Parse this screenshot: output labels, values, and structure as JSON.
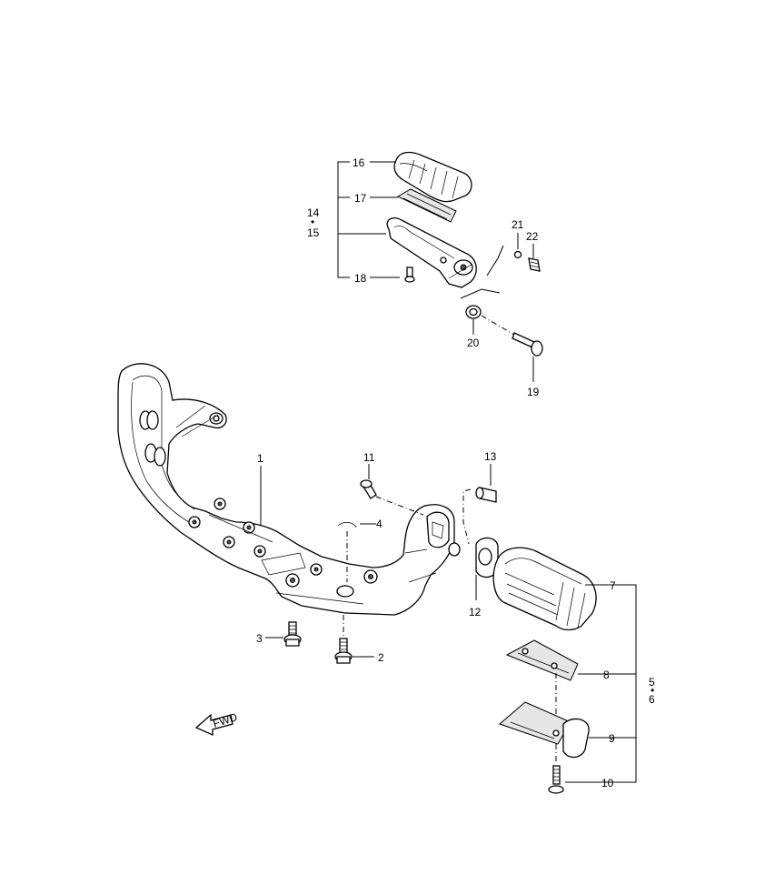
{
  "labels": {
    "p1": "1",
    "p2": "2",
    "p3": "3",
    "p4": "4",
    "p5": "5",
    "p6": "6",
    "p7": "7",
    "p8": "8",
    "p9": "9",
    "p10": "10",
    "p11": "11",
    "p12": "12",
    "p13": "13",
    "p14": "14",
    "p15": "15",
    "p16": "16",
    "p17": "17",
    "p18": "18",
    "p19": "19",
    "p20": "20",
    "p21": "21",
    "p22": "22",
    "dot_5_6": "•",
    "dot_14_15": "•"
  },
  "fwd_arrow": {
    "text": "FWD",
    "icon": "forward-arrow-icon"
  },
  "colors": {
    "line": "#000000",
    "background": "#ffffff",
    "shade": "#e6e6e6"
  }
}
